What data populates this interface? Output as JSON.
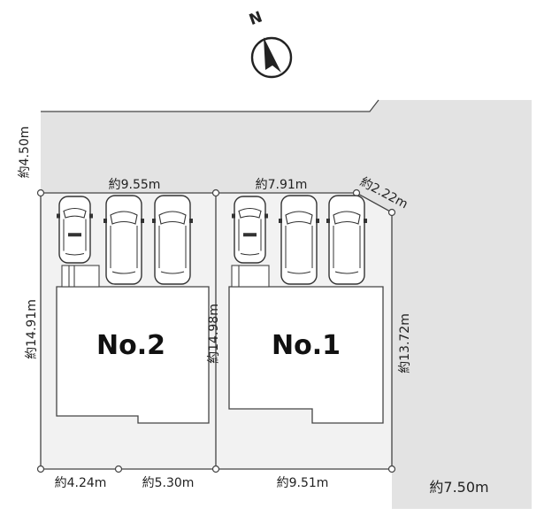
{
  "compass": {
    "letter": "N"
  },
  "lots": [
    {
      "label": "No.2"
    },
    {
      "label": "No.1"
    }
  ],
  "dimensions": {
    "road_north": "約4.50m",
    "lot2_top": "約9.55m",
    "lot1_top": "約7.91m",
    "corner_cut": "約2.22m",
    "lot2_left": "約14.91m",
    "lot_divider": "約14.98m",
    "lot1_right": "約13.72m",
    "lot2_bottom_left": "約4.24m",
    "lot2_bottom_right": "約5.30m",
    "lot1_bottom": "約9.51m",
    "road_east": "約7.50m"
  },
  "colors": {
    "road": "#e3e3e3",
    "lot": "#f2f2f2",
    "building": "#ffffff",
    "line": "#444444"
  }
}
